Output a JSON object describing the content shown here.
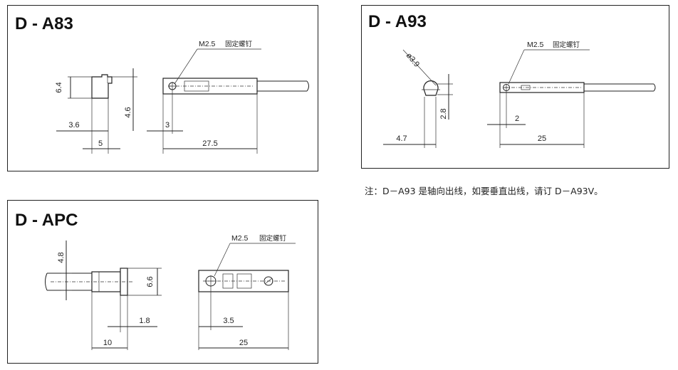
{
  "a83": {
    "title": "D - A83",
    "screw_label": "M2.5",
    "screw_cn": "固定螺钉",
    "dims": {
      "h64": "6.4",
      "w36": "3.6",
      "w5": "5",
      "h46": "4.6",
      "w3": "3",
      "w275": "27.5"
    }
  },
  "a93": {
    "title": "D - A93",
    "screw_label": "M2.5",
    "screw_cn": "固定螺钉",
    "dims": {
      "dia": "ø3.9",
      "h28": "2.8",
      "w47": "4.7",
      "w2": "2",
      "w25": "25"
    }
  },
  "apc": {
    "title": "D - APC",
    "screw_label": "M2.5",
    "screw_cn": "固定螺钉",
    "dims": {
      "h48": "4.8",
      "h66": "6.6",
      "w18": "1.8",
      "w10": "10",
      "w35": "3.5",
      "w25": "25"
    }
  },
  "note": "注：D－A93 是轴向出线，如要垂直出线，请订 D－A93V。"
}
